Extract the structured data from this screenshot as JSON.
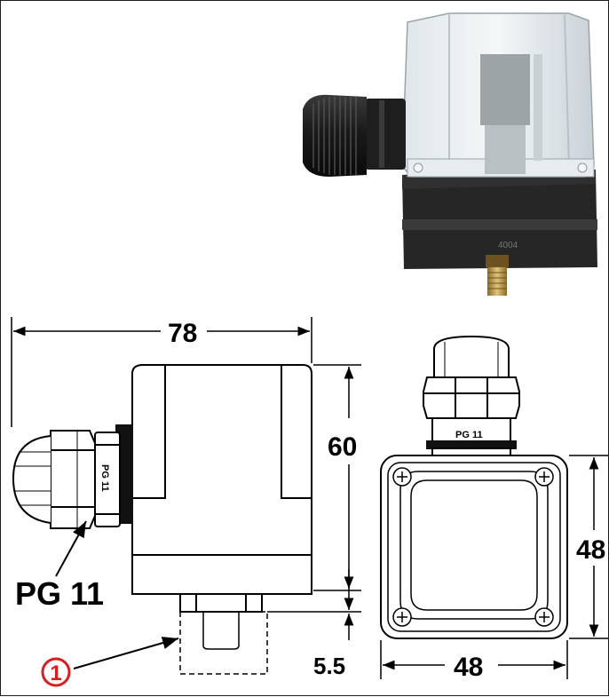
{
  "dimensions": {
    "width_overall": "78",
    "height_overall": "60",
    "thread_length": "5.5",
    "body_height": "48",
    "body_width": "48"
  },
  "labels": {
    "cable_gland": "PG 11",
    "gland_marking_side": "PG 11",
    "gland_marking_front": "PG 11",
    "photo_marking": "4004"
  },
  "callout": {
    "number": "1",
    "color": "#d42020"
  }
}
